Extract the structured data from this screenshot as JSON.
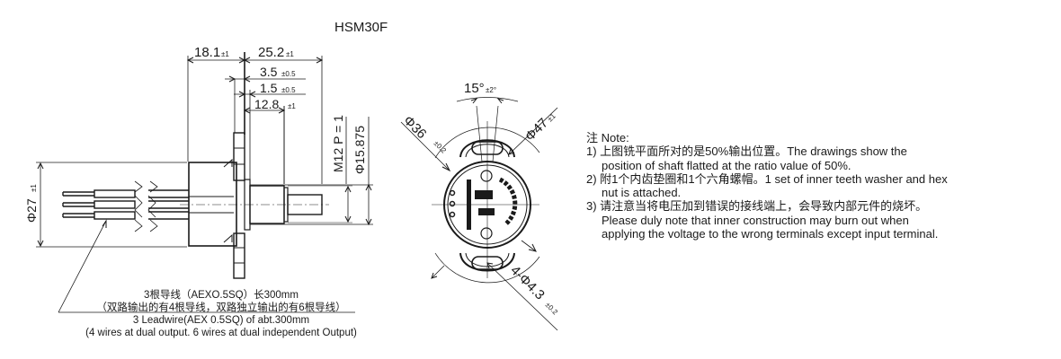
{
  "title": "HSM30F",
  "side_view": {
    "dimensions": {
      "body_length": "18.1",
      "body_length_tol": "±1",
      "shaft_length": "25.2",
      "shaft_length_tol": "±1",
      "flange_offset": "3.5",
      "flange_offset_tol": "±0.5",
      "flange_thickness": "1.5",
      "flange_thickness_tol": "±0.5",
      "bushing_length": "12.8",
      "bushing_length_tol": "±1",
      "thread": "M12  P = 1",
      "shaft_diameter": "Φ15.875",
      "body_diameter": "Φ27",
      "body_diameter_tol": "±1"
    }
  },
  "lead_wire": {
    "line1": "3根导线（AEXO.5SQ）长300mm",
    "line2": "（双路输出的有4根导线，双路独立输出的有6根导线）",
    "line3": "3 Leadwire(AEX 0.5SQ) of abt.300mm",
    "line4": "(4 wires at dual output. 6 wires at dual independent Output)"
  },
  "front_view": {
    "dimensions": {
      "angle": "15°",
      "angle_tol": "±2°",
      "body_diameter": "Φ36",
      "body_diameter_tol": "±0.2",
      "mount_diameter": "Φ47",
      "mount_diameter_tol": "±1",
      "holes": "4-Φ4.3",
      "holes_tol": "±0.2"
    }
  },
  "notes": {
    "heading": "注 Note:",
    "items": [
      {
        "line1": "1) 上图铣平面所对的是50%输出位置。The drawings show the",
        "line2": "position of shaft flatted at the ratio value of 50%."
      },
      {
        "line1": "2) 附1个内齿垫圈和1个六角螺帽。1 set of inner teeth washer and hex",
        "line2": "nut is attached."
      },
      {
        "line1": "3) 请注意当将电压加到错误的接线端上，会导致内部元件的烧坏。",
        "line2": "Please duly note that inner construction may burn out when",
        "line3": "applying the voltage to the wrong terminals except input terminal."
      }
    ]
  }
}
